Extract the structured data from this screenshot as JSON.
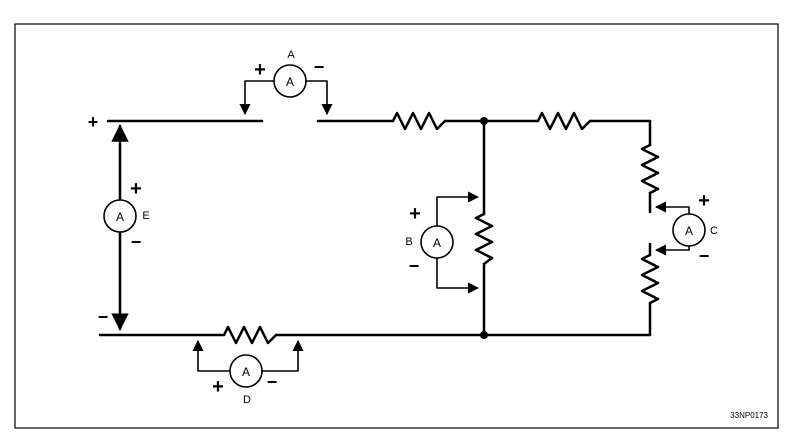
{
  "meters": {
    "A": {
      "symbol": "A",
      "label": "A",
      "plus": "+",
      "minus": "−"
    },
    "B": {
      "symbol": "A",
      "label": "B",
      "plus": "+",
      "minus": "−"
    },
    "C": {
      "symbol": "A",
      "label": "C",
      "plus": "+",
      "minus": "−"
    },
    "D": {
      "symbol": "A",
      "label": "D",
      "plus": "+",
      "minus": "−"
    },
    "E": {
      "symbol": "A",
      "label": "E",
      "plus": "+",
      "minus": "−"
    }
  },
  "source": {
    "plus": "+",
    "minus": "−"
  },
  "figure_id": "33NP0173"
}
